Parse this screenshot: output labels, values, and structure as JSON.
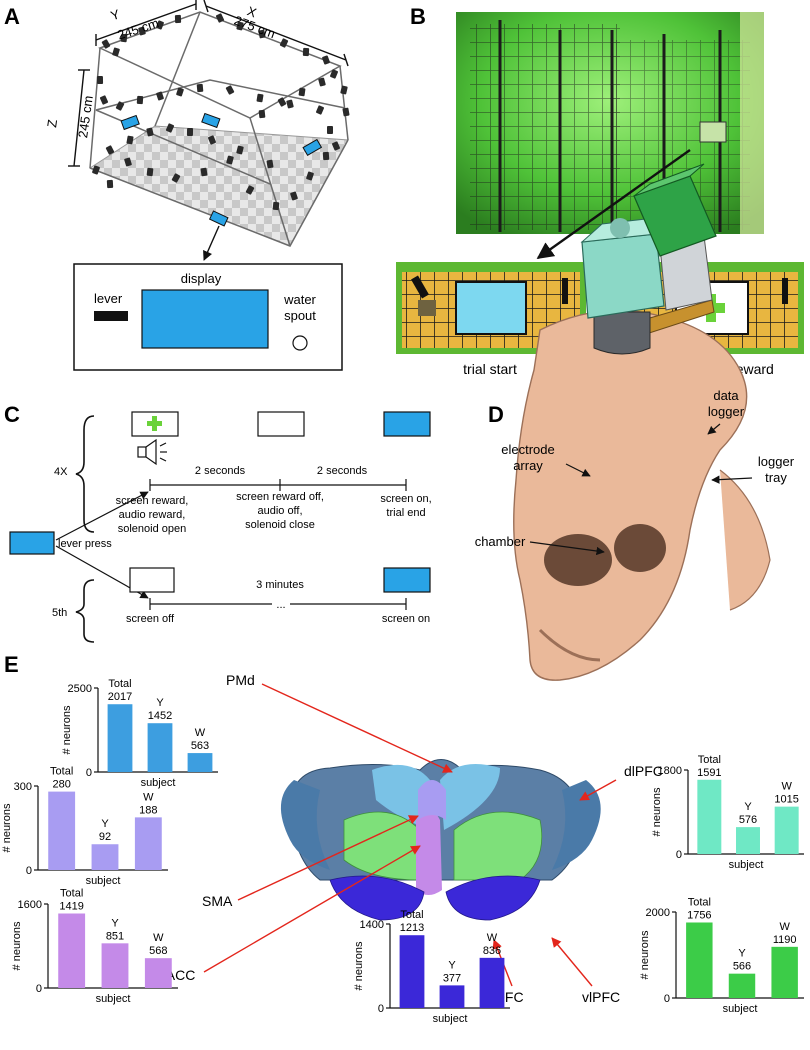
{
  "panels": {
    "a": {
      "label": "A",
      "dims": {
        "y": "Y",
        "y_size": "245 cm",
        "x": "X",
        "x_size": "275 cm",
        "z": "Z",
        "z_size": "245 cm"
      },
      "device": {
        "display": "display",
        "lever": "lever",
        "water": "water",
        "spout": "spout"
      }
    },
    "b": {
      "label": "B",
      "caption_left": "trial start",
      "caption_right": "lever press - reward"
    },
    "c": {
      "label": "C",
      "rep_a": "4X",
      "rep_b": "5th",
      "lever_press": "lever press",
      "two_seconds": "2 seconds",
      "three_minutes": "3 minutes",
      "ellipsis": "...",
      "ev1": [
        "screen reward,",
        "audio reward,",
        "solenoid open"
      ],
      "ev2": [
        "screen reward off,",
        "audio off,",
        "solenoid close"
      ],
      "ev3": [
        "screen on,",
        "trial end"
      ],
      "ev4": "screen off",
      "ev5": "screen on",
      "colors": {
        "screen_on": "#29a3e6",
        "reward_cross": "#6ad23a"
      }
    },
    "d": {
      "label": "D",
      "data": "data",
      "logger": "logger",
      "electrode": "electrode",
      "array": "array",
      "logger2": "logger",
      "tray": "tray",
      "chamber": "chamber"
    },
    "e": {
      "label": "E",
      "regions": {
        "pmd": "PMd",
        "dlpfc": "dlPFC",
        "sma": "SMA",
        "dacc": "dACC",
        "ofc": "OFC",
        "vlpfc": "vlPFC"
      }
    }
  },
  "chart_data": [
    {
      "type": "bar",
      "region": "PMd",
      "categories": [
        "Total",
        "Y",
        "W"
      ],
      "values": [
        2017,
        1452,
        563
      ],
      "xlabel": "subject",
      "ylabel": "# neurons",
      "ylim": [
        0,
        2500
      ],
      "yticks": [
        0,
        2500
      ],
      "color": "#3d9ee0"
    },
    {
      "type": "bar",
      "region": "SMA",
      "categories": [
        "Total",
        "Y",
        "W"
      ],
      "values": [
        280,
        92,
        188
      ],
      "xlabel": "subject",
      "ylabel": "# neurons",
      "ylim": [
        0,
        300
      ],
      "yticks": [
        0,
        300
      ],
      "color": "#a89cf2"
    },
    {
      "type": "bar",
      "region": "dACC",
      "categories": [
        "Total",
        "Y",
        "W"
      ],
      "values": [
        1419,
        851,
        568
      ],
      "xlabel": "subject",
      "ylabel": "# neurons",
      "ylim": [
        0,
        1600
      ],
      "yticks": [
        0,
        1600
      ],
      "color": "#c48ae8"
    },
    {
      "type": "bar",
      "region": "OFC",
      "categories": [
        "Total",
        "Y",
        "W"
      ],
      "values": [
        1213,
        377,
        836
      ],
      "xlabel": "subject",
      "ylabel": "# neurons",
      "ylim": [
        0,
        1400
      ],
      "yticks": [
        0,
        1400
      ],
      "color": "#3b28d8"
    },
    {
      "type": "bar",
      "region": "dlPFC",
      "categories": [
        "Total",
        "Y",
        "W"
      ],
      "values": [
        1591,
        576,
        1015
      ],
      "xlabel": "subject",
      "ylabel": "# neurons",
      "ylim": [
        0,
        1800
      ],
      "yticks": [
        0,
        1800
      ],
      "color": "#6fe8c5"
    },
    {
      "type": "bar",
      "region": "vlPFC",
      "categories": [
        "Total",
        "Y",
        "W"
      ],
      "values": [
        1756,
        566,
        1190
      ],
      "xlabel": "subject",
      "ylabel": "# neurons",
      "ylim": [
        0,
        2000
      ],
      "yticks": [
        0,
        2000
      ],
      "color": "#3ccc48"
    }
  ]
}
